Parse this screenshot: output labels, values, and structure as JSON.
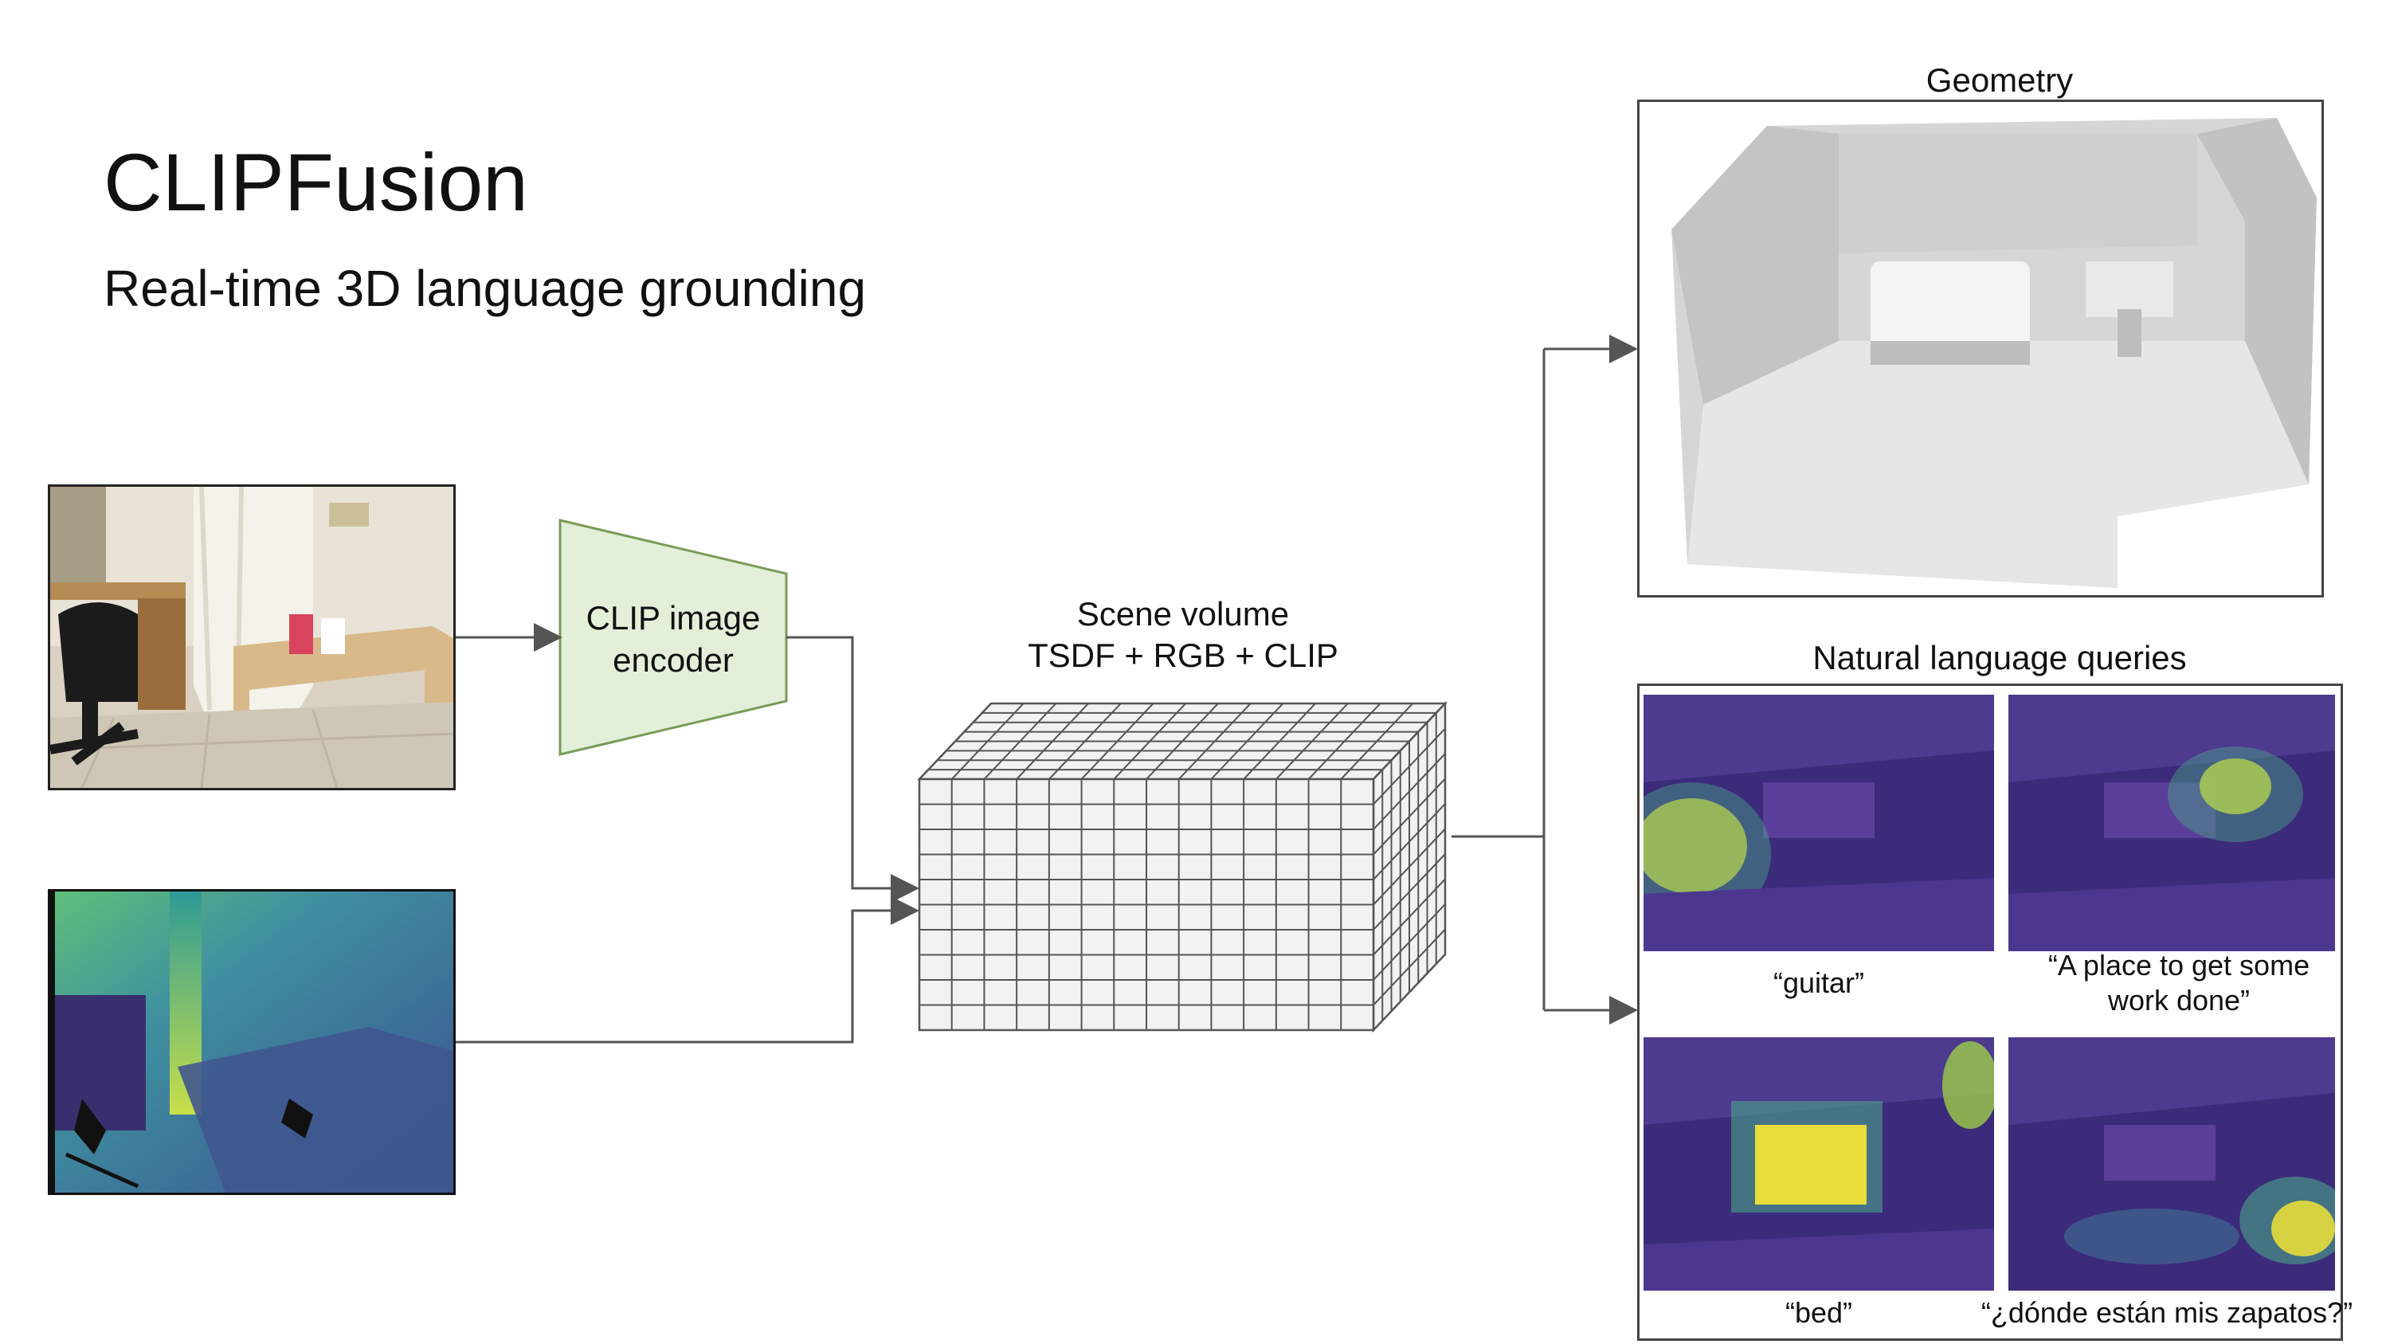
{
  "slide": {
    "title": "CLIPFusion",
    "subtitle": "Real-time 3D language grounding"
  },
  "encoder": {
    "label": "CLIP image encoder"
  },
  "volume": {
    "title_line1": "Scene volume",
    "title_line2": "TSDF + RGB + CLIP"
  },
  "outputs": {
    "geometry_title": "Geometry",
    "queries_title": "Natural language queries",
    "queries": [
      {
        "text": "“guitar”"
      },
      {
        "text": "“A place to get some work done”"
      },
      {
        "text": "“bed”"
      },
      {
        "text": "“¿dónde están mis zapatos?”"
      }
    ]
  },
  "colors": {
    "encoder_fill": "#e3efd8",
    "encoder_stroke": "#7a9a58",
    "arrow": "#555555",
    "grid_fill": "#f2f2f2",
    "grid_stroke": "#555555",
    "heat_purple": "#4a2a86",
    "heat_yellow": "#f3e12a",
    "depth_blue": "#3a5f9a",
    "depth_green": "#5fc07a"
  }
}
